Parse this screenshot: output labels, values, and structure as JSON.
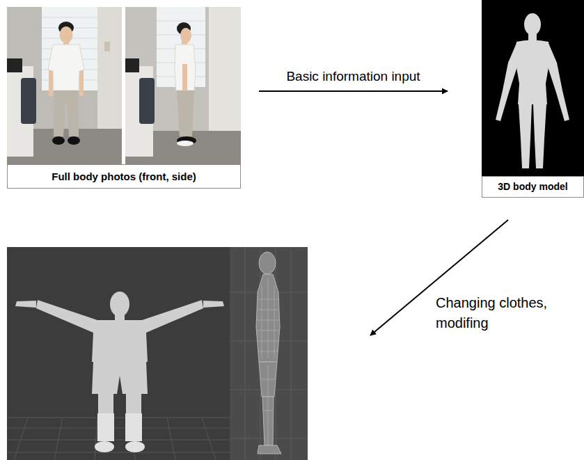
{
  "diagram": {
    "nodes": [
      {
        "text": [
          "Full body photos (front, side)"
        ]
      },
      {
        "text": [
          "3D body model"
        ]
      }
    ],
    "edges": [
      {
        "from": 0,
        "to": 1,
        "arrow": "to",
        "label": "Basic information input"
      }
    ],
    "labels": [
      "Changing clothes, modifing"
    ]
  }
}
